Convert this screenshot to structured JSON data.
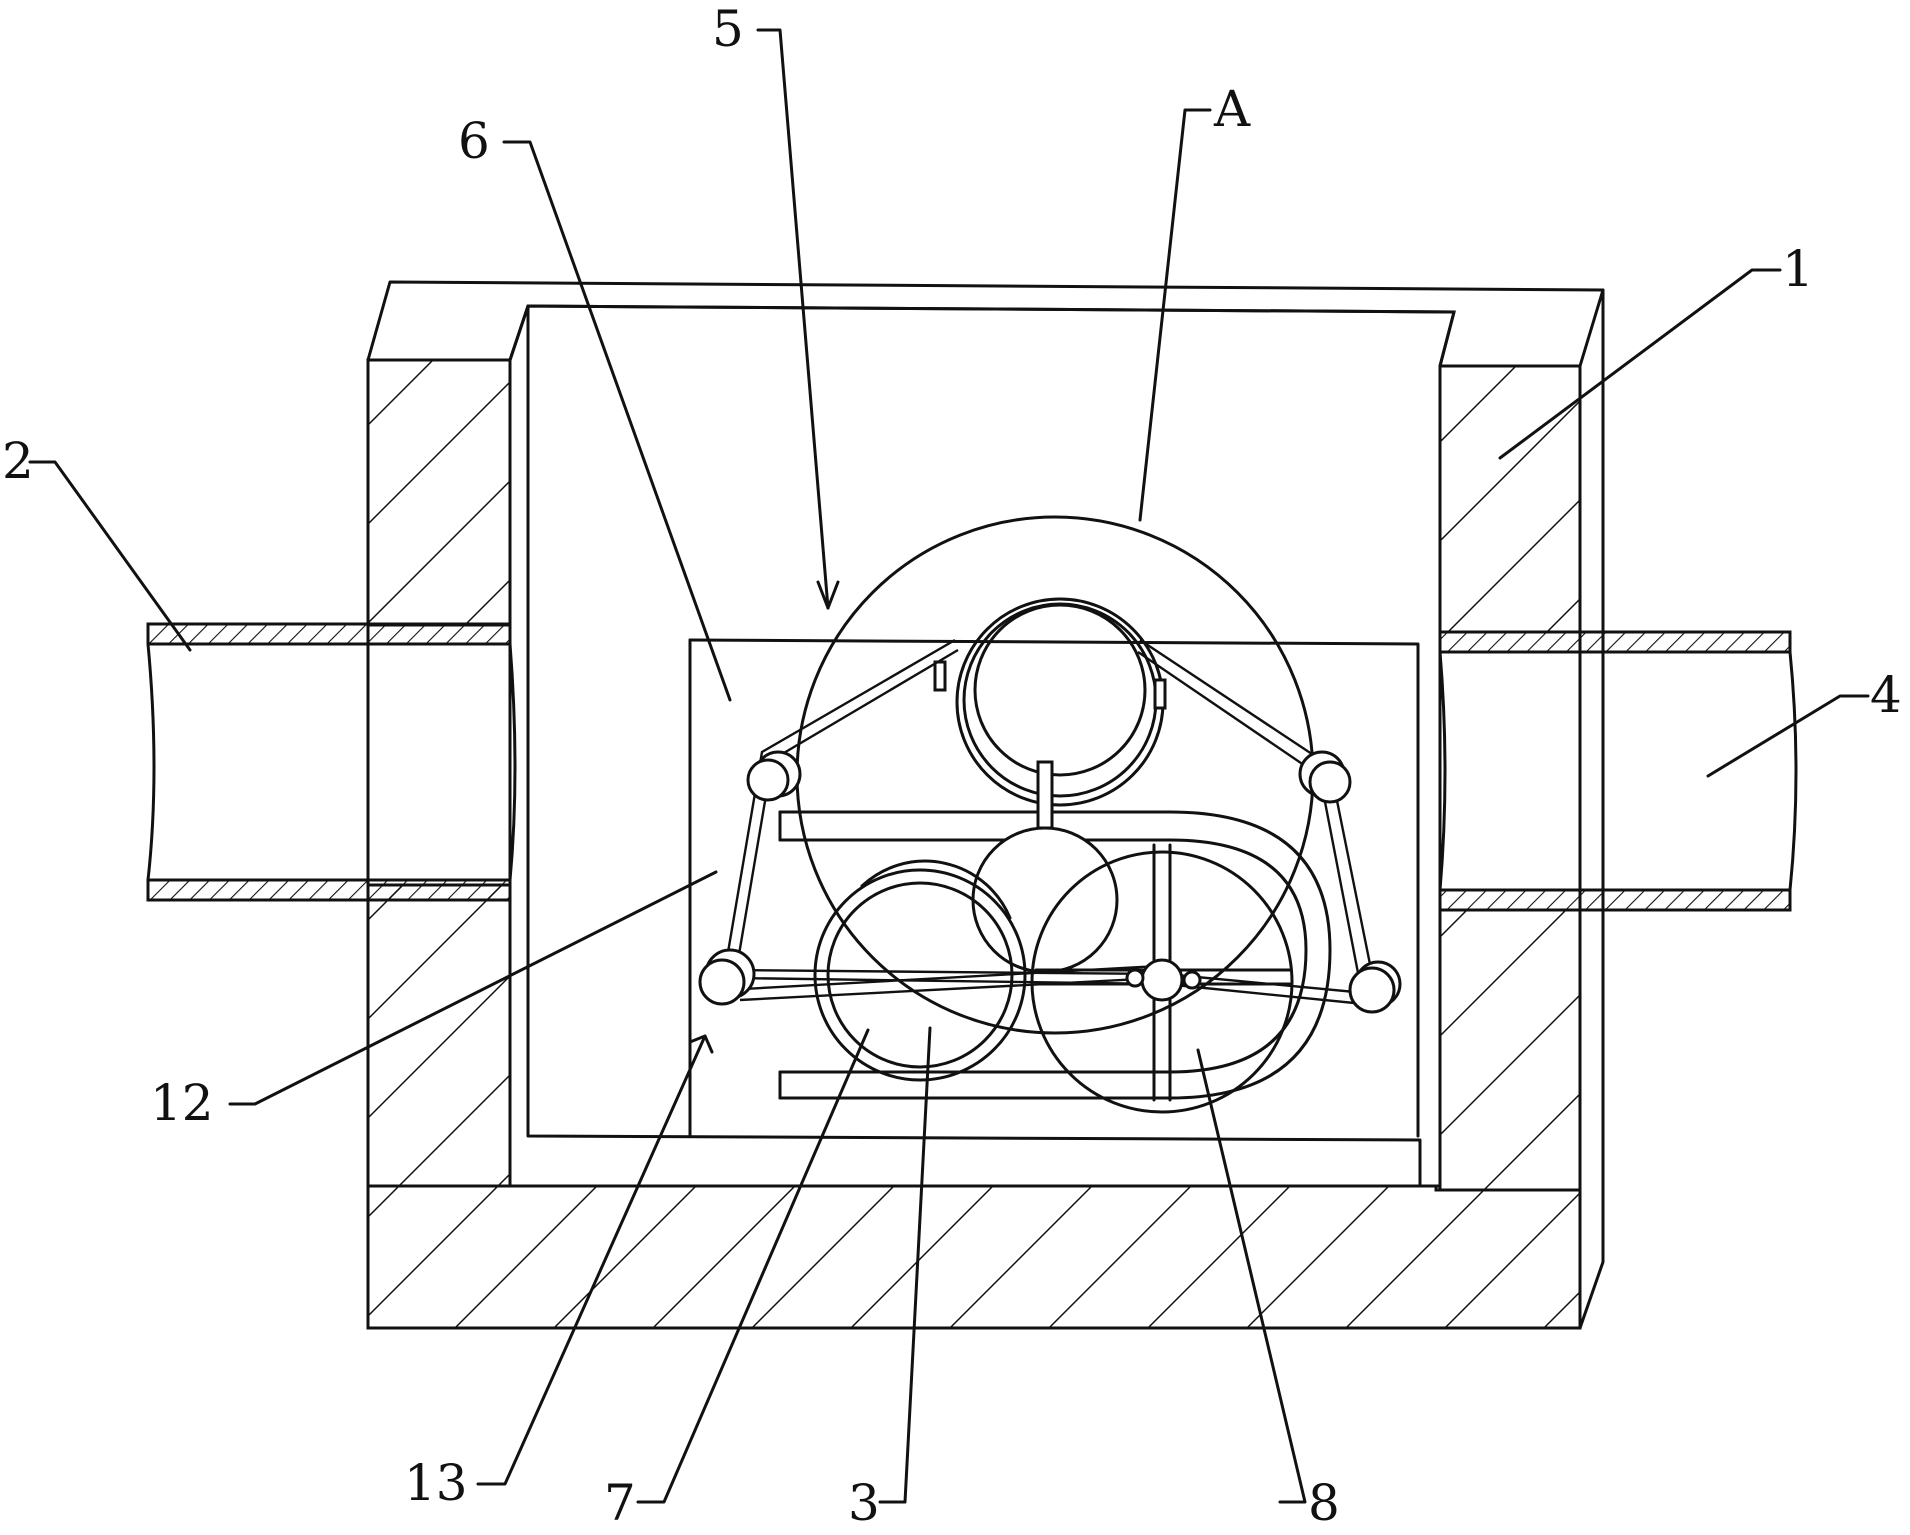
{
  "callouts": [
    {
      "id": "1",
      "text": "1"
    },
    {
      "id": "2",
      "text": "2"
    },
    {
      "id": "3",
      "text": "3"
    },
    {
      "id": "4",
      "text": "4"
    },
    {
      "id": "5",
      "text": "5"
    },
    {
      "id": "6",
      "text": "6"
    },
    {
      "id": "7",
      "text": "7"
    },
    {
      "id": "8",
      "text": "8"
    },
    {
      "id": "12",
      "text": "12"
    },
    {
      "id": "13",
      "text": "13"
    },
    {
      "id": "A",
      "text": "A"
    }
  ],
  "colors": {
    "line": "#111111",
    "background": "#ffffff"
  }
}
